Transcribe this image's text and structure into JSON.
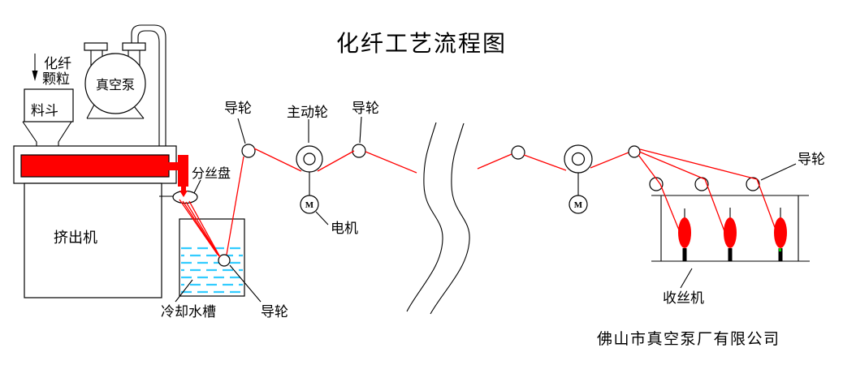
{
  "title": "化纤工艺流程图",
  "company": "佛山市真空泵厂有限公司",
  "labels": {
    "feed_line1": "化纤",
    "feed_line2": "颗粒",
    "hopper": "料斗",
    "vacuum_pump": "真空泵",
    "extruder": "挤出机",
    "spinneret_disc": "分丝盘",
    "cooling_tank": "冷却水槽",
    "guide_wheel": "导轮",
    "drive_wheel": "主动轮",
    "motor": "电机",
    "motor_symbol": "M",
    "winder": "收丝机"
  },
  "colors": {
    "thread": "#ff0000",
    "melt": "#ff0000",
    "water_dash": "#33ccff",
    "outline": "#000000",
    "spindle_mark": "#00cc00",
    "background": "#ffffff"
  }
}
